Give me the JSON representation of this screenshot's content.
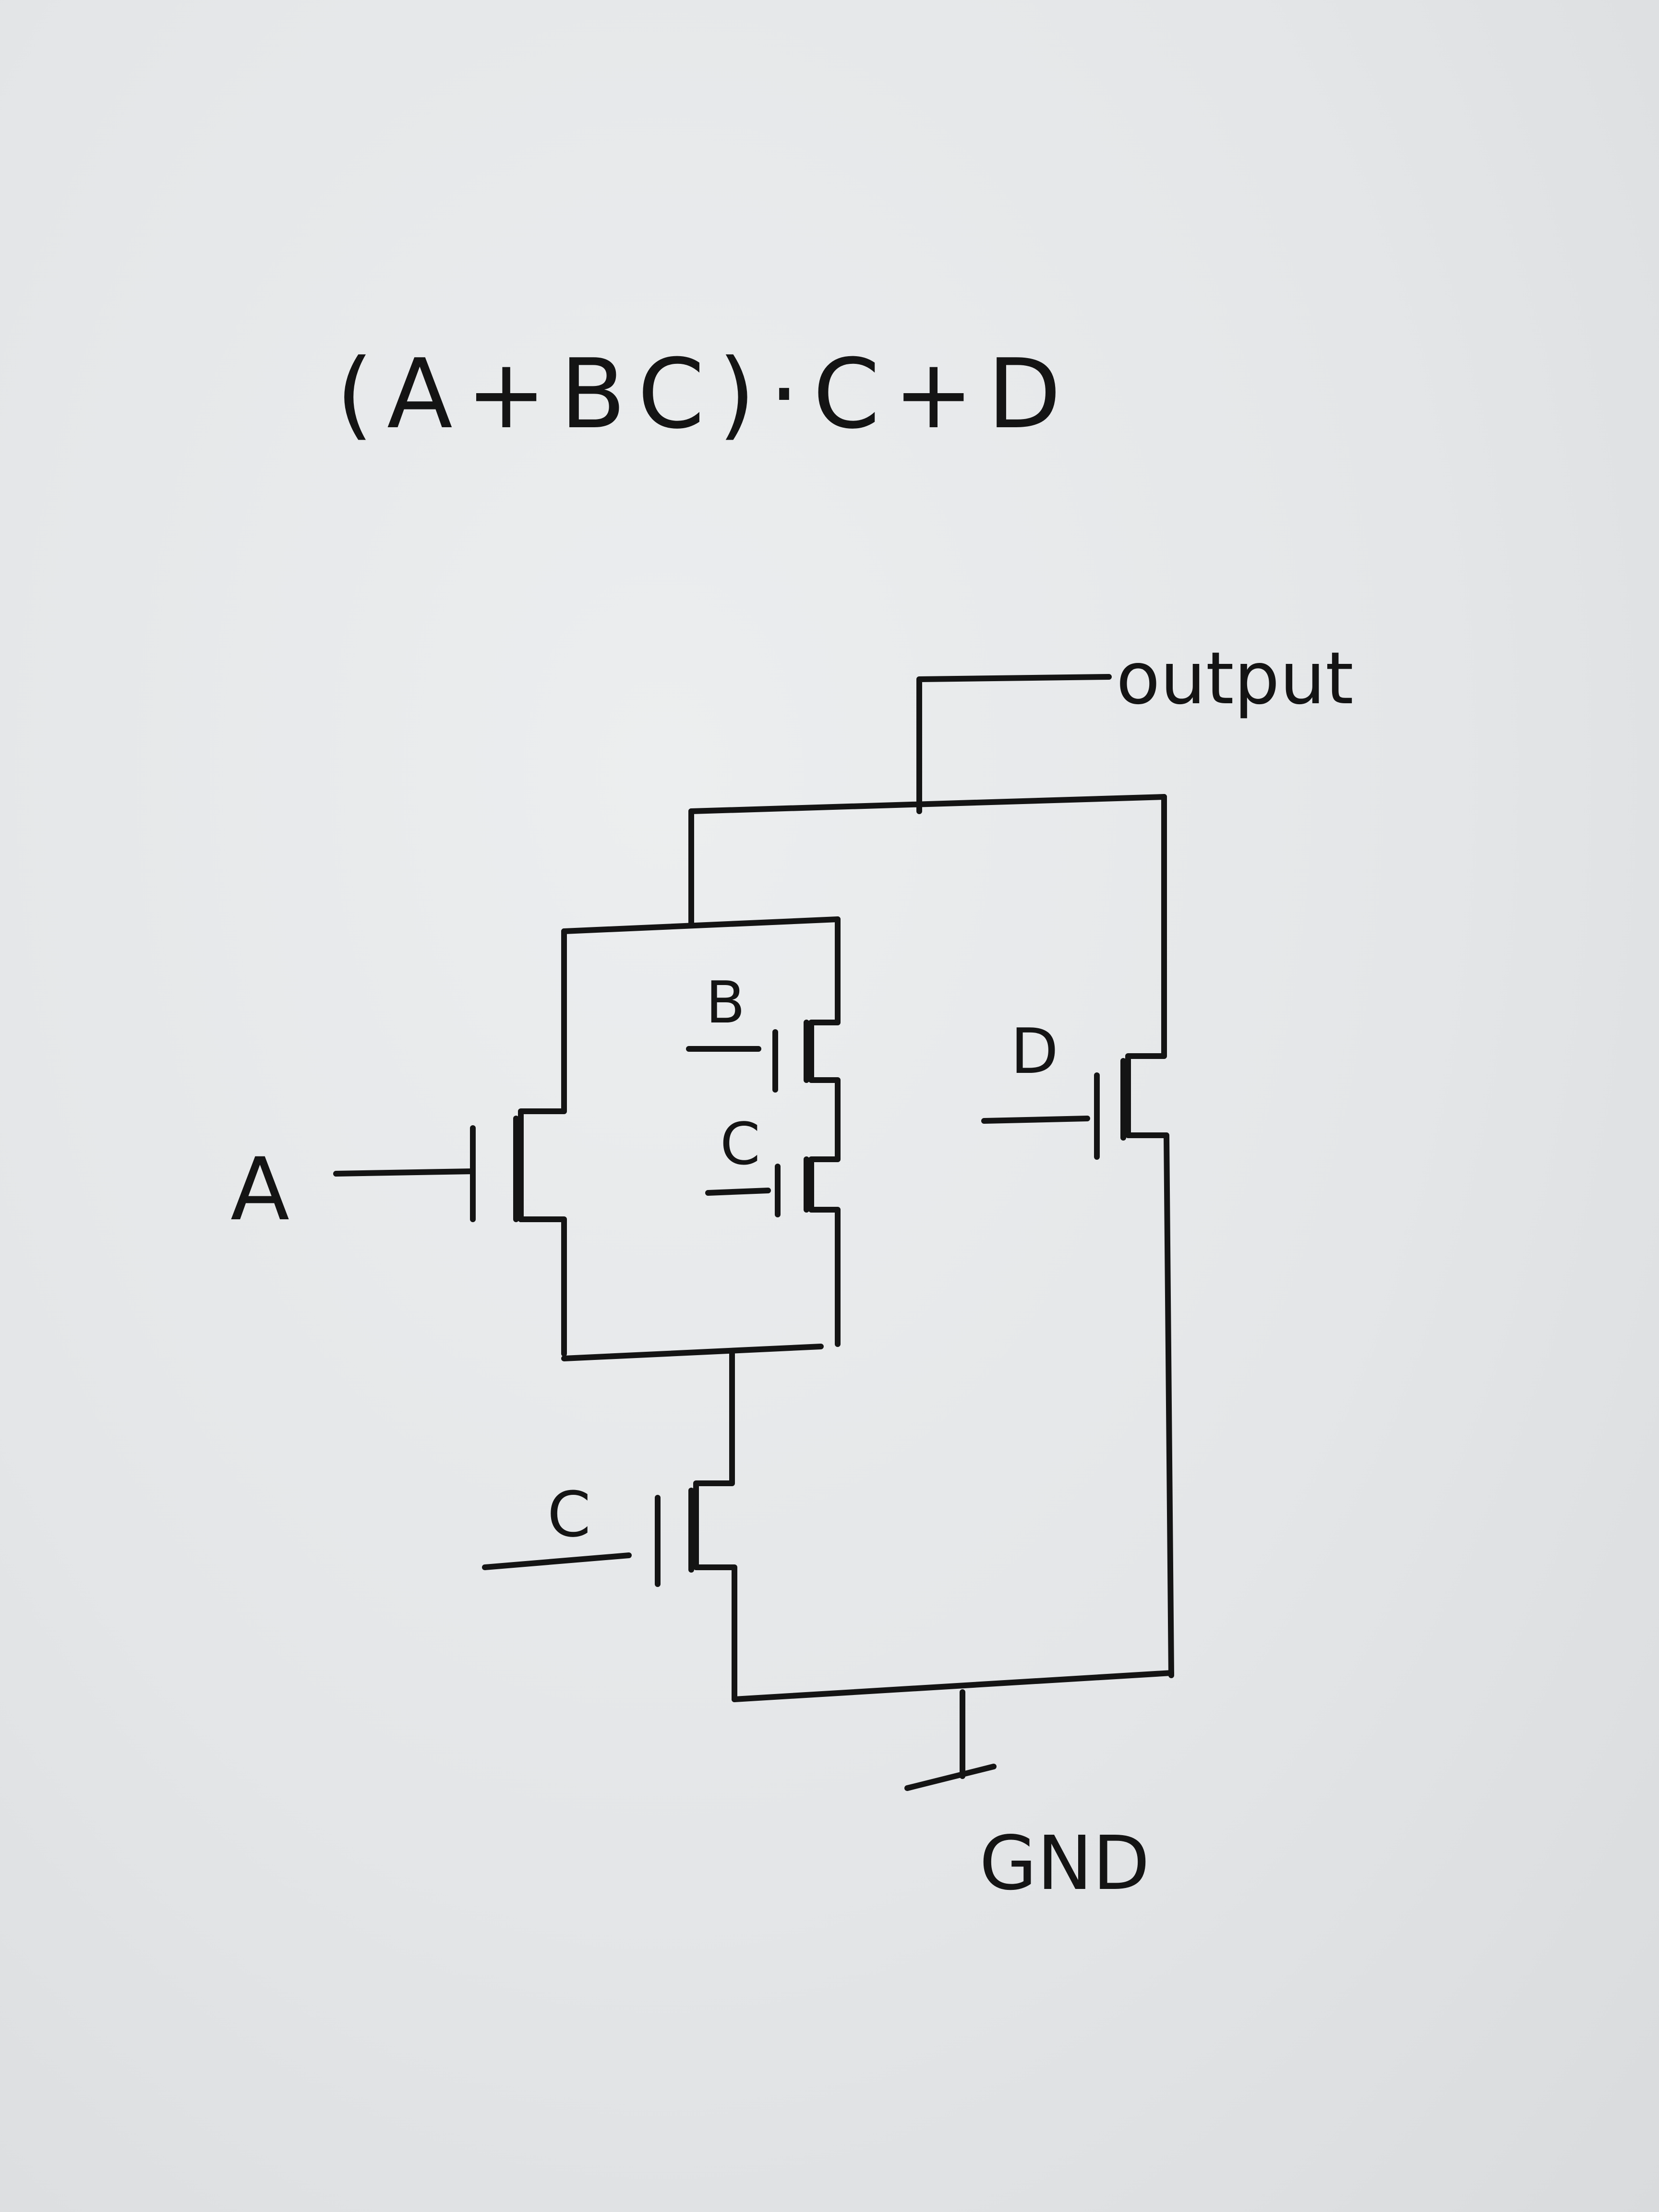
{
  "expression": "(A+BC)·C+D",
  "labels": {
    "output": "output",
    "gnd": "GND",
    "input_a": "A",
    "input_b": "B",
    "input_c_parallel": "C",
    "input_d": "D",
    "input_c_series": "C"
  },
  "colors": {
    "ink": "#141414",
    "paper": "#e6e8ea"
  }
}
